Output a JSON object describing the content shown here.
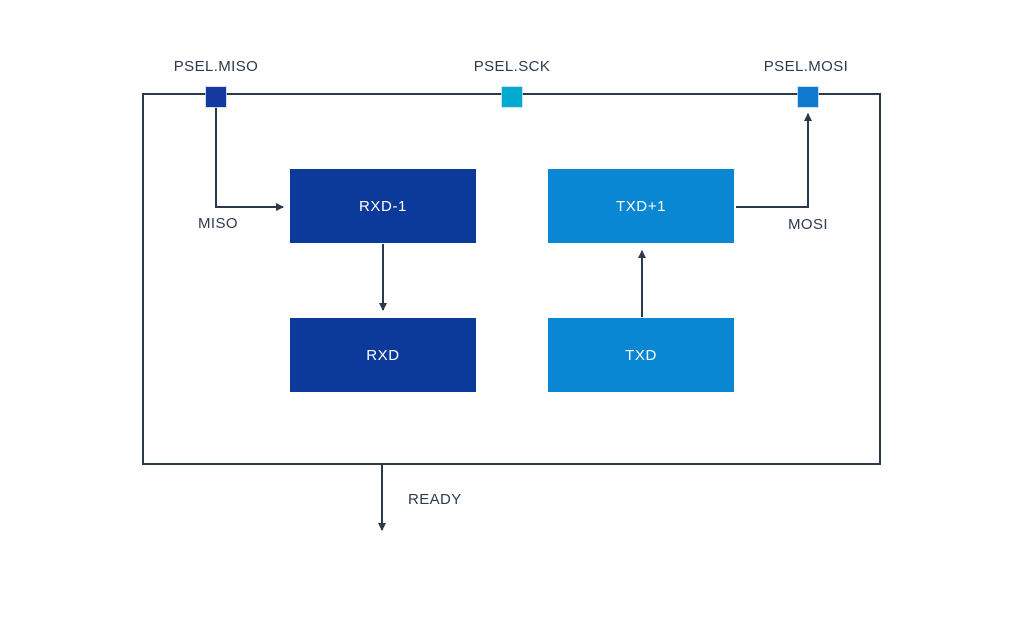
{
  "diagram": {
    "pins": [
      {
        "id": "psel-miso",
        "label": "PSEL.MISO",
        "color": "#16399f"
      },
      {
        "id": "psel-sck",
        "label": "PSEL.SCK",
        "color": "#00a9ce"
      },
      {
        "id": "psel-mosi",
        "label": "PSEL.MOSI",
        "color": "#0f7ad0"
      }
    ],
    "blocks": [
      {
        "id": "rxd-minus-1",
        "label": "RXD-1",
        "color": "#0c3a9b"
      },
      {
        "id": "txd-plus-1",
        "label": "TXD+1",
        "color": "#0987d3"
      },
      {
        "id": "rxd",
        "label": "RXD",
        "color": "#0c3a9b"
      },
      {
        "id": "txd",
        "label": "TXD",
        "color": "#0987d3"
      }
    ],
    "signals": [
      {
        "id": "miso",
        "label": "MISO"
      },
      {
        "id": "mosi",
        "label": "MOSI"
      },
      {
        "id": "ready",
        "label": "READY"
      }
    ],
    "colors": {
      "line": "#2b3a4a",
      "text": "#2d3a4f",
      "background": "#ffffff"
    }
  }
}
